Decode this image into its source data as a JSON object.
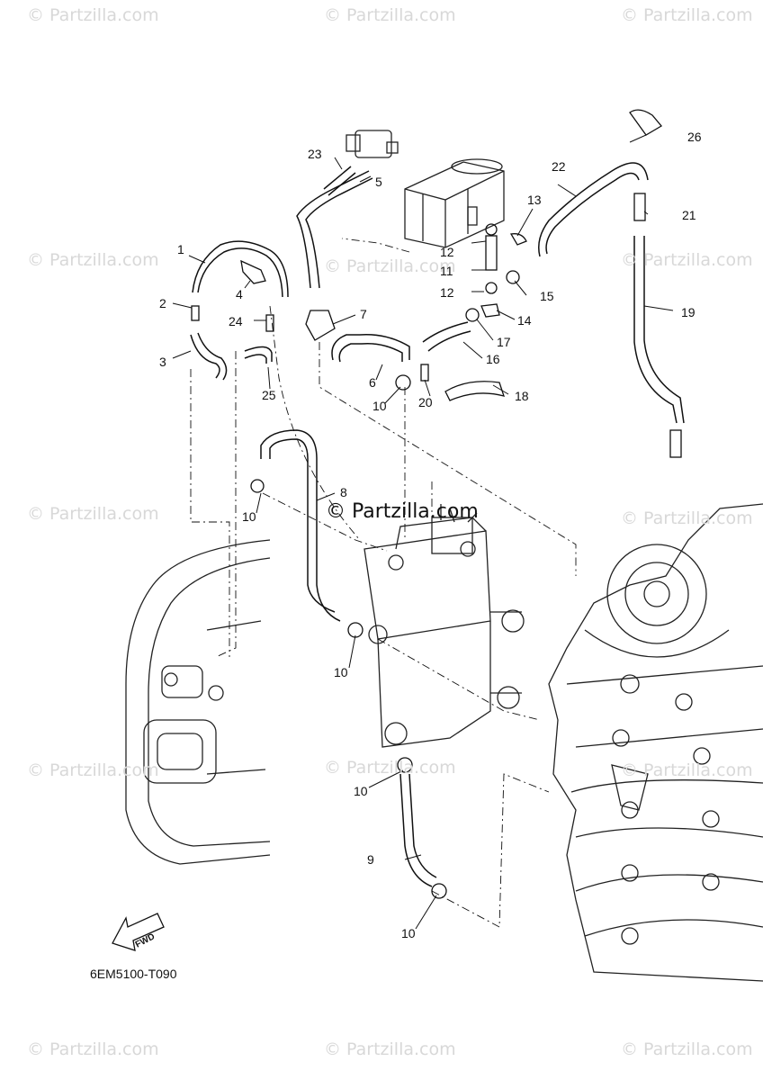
{
  "watermarks": {
    "text": "© Partzilla.com",
    "center": "© Partzilla.com"
  },
  "callouts": {
    "c1": "1",
    "c2": "2",
    "c3": "3",
    "c4": "4",
    "c5": "5",
    "c6": "6",
    "c7": "7",
    "c8": "8",
    "c9": "9",
    "c10a": "10",
    "c10b": "10",
    "c10c": "10",
    "c10d": "10",
    "c10e": "10",
    "c11": "11",
    "c12a": "12",
    "c12b": "12",
    "c13": "13",
    "c14": "14",
    "c15": "15",
    "c16": "16",
    "c17": "17",
    "c18": "18",
    "c19": "19",
    "c20": "20",
    "c21": "21",
    "c22": "22",
    "c23": "23",
    "c24": "24",
    "c25": "25",
    "c26": "26"
  },
  "fwd_label": "FWD",
  "diagram_code": "6EM5100-T090"
}
